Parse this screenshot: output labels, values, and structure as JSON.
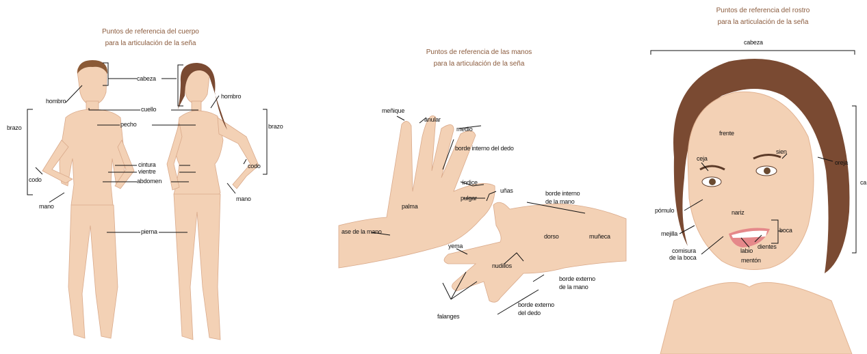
{
  "body_panel": {
    "title_line1": "Puntos de referencia del cuerpo",
    "title_line2": "para la articulación de la seña",
    "labels": {
      "cabeza": "cabeza",
      "hombro_left": "hombro",
      "hombro_right": "hombro",
      "cuello": "cuello",
      "pecho": "pecho",
      "brazo_left": "brazo",
      "brazo_right": "brazo",
      "cintura": "cintura",
      "vientre": "vientre",
      "abdomen": "abdomen",
      "codo_left": "codo",
      "codo_right": "codo",
      "mano_left": "mano",
      "mano_right": "mano",
      "pierna": "pierna"
    }
  },
  "hands_panel": {
    "title_line1": "Puntos de referencia de las manos",
    "title_line2": "para la articulación de la seña",
    "labels": {
      "menique": "meñique",
      "anular": "anular",
      "medio": "medio",
      "borde_interno_dedo": "borde interno del dedo",
      "indice": "índice",
      "unas": "uñas",
      "pulgar": "pulgar",
      "palma": "palma",
      "base_mano": "ase de la mano",
      "borde_interno_mano_1": "borde interno",
      "borde_interno_mano_2": "de la mano",
      "dorso": "dorso",
      "muneca": "muñeca",
      "yema": "yema",
      "nudillos": "nudillos",
      "borde_externo_mano_1": "borde externo",
      "borde_externo_mano_2": "de la mano",
      "borde_externo_dedo_1": "borde externo",
      "borde_externo_dedo_2": "del dedo",
      "falanges": "falanges"
    }
  },
  "face_panel": {
    "title_line1": "Puntos de referencia del rostro",
    "title_line2": "para la articulación de la seña",
    "labels": {
      "cabeza": "cabeza",
      "frente": "frente",
      "sien": "sien",
      "ceja": "ceja",
      "oreja": "oreja",
      "ca": "ca",
      "pomulo": "pómulo",
      "nariz": "nariz",
      "boca": "boca",
      "mejilla": "mejilla",
      "labio": "labio",
      "dientes": "dientes",
      "comisura_1": "comisura",
      "comisura_2": "de la boca",
      "menton": "mentón"
    }
  },
  "colors": {
    "skin": "#f3d1b5",
    "skin_shade": "#e2b392",
    "hair_man": "#8b5a36",
    "hair_woman": "#7a4a32",
    "title": "#8a5a3c"
  }
}
